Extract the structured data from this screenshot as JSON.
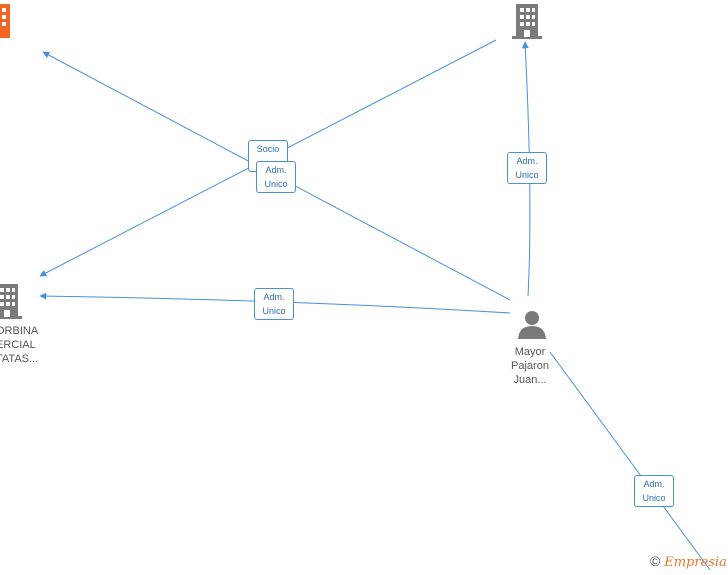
{
  "colors": {
    "edge": "#4a90d9",
    "building": "#7a7a7a",
    "building_highlight": "#f26522",
    "person": "#7a7a7a"
  },
  "nodes": {
    "company_top_left": {
      "icon": "building-icon-highlighted",
      "label": ""
    },
    "company_top_right": {
      "icon": "building-icon",
      "label": ""
    },
    "company_left": {
      "icon": "building-icon",
      "label_lines": [
        "ORBINA",
        "ERCIAL",
        "TATAS..."
      ]
    },
    "person": {
      "icon": "person-icon",
      "label_lines": [
        "Mayor",
        "Pajaron",
        "Juan..."
      ]
    }
  },
  "relations": [
    {
      "id": "socio",
      "text": "Socio"
    },
    {
      "id": "adm1",
      "text": "Adm.\nUnico"
    },
    {
      "id": "adm2",
      "text": "Adm.\nUnico"
    },
    {
      "id": "adm3",
      "text": "Adm.\nUnico"
    },
    {
      "id": "adm4",
      "text": "Adm.\nUnico"
    }
  ],
  "watermark": {
    "symbol": "©",
    "brand": "Empresia"
  }
}
